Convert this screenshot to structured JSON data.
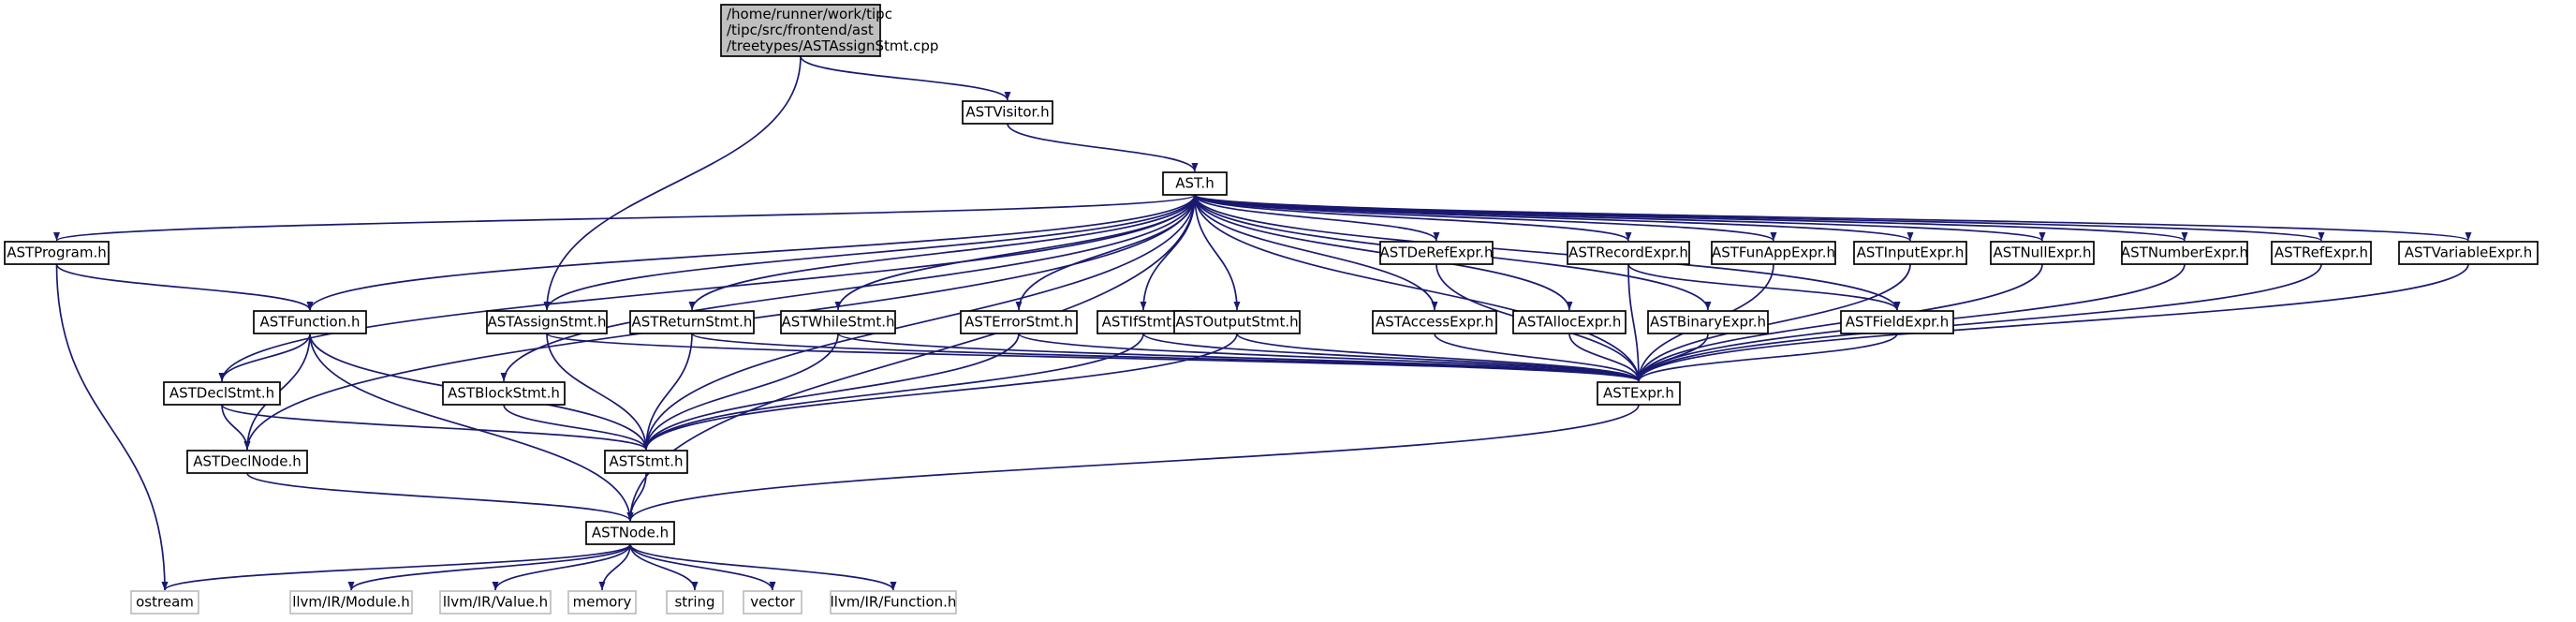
{
  "colors": {
    "edge": "#191970",
    "node_border": "#000000",
    "node_fill": "#ffffff",
    "focus_fill": "#bfbfbf",
    "external_border": "#bfbfbf",
    "external_text": "#7f7f7f"
  },
  "nodes": [
    {
      "id": "root",
      "lines": [
        "/home/runner/work/tipc",
        "/tipc/src/frontend/ast",
        "/treetypes/ASTAssignStmt.cpp"
      ],
      "kind": "focus"
    },
    {
      "id": "ASTVisitor",
      "lines": [
        "ASTVisitor.h"
      ],
      "kind": "internal"
    },
    {
      "id": "AST",
      "lines": [
        "AST.h"
      ],
      "kind": "internal"
    },
    {
      "id": "ASTProgram",
      "lines": [
        "ASTProgram.h"
      ],
      "kind": "internal"
    },
    {
      "id": "ASTFunction",
      "lines": [
        "ASTFunction.h"
      ],
      "kind": "internal"
    },
    {
      "id": "ASTDeclStmt",
      "lines": [
        "ASTDeclStmt.h"
      ],
      "kind": "internal"
    },
    {
      "id": "ASTDeclNode",
      "lines": [
        "ASTDeclNode.h"
      ],
      "kind": "internal"
    },
    {
      "id": "ASTBlockStmt",
      "lines": [
        "ASTBlockStmt.h"
      ],
      "kind": "internal"
    },
    {
      "id": "ASTAssignStmt",
      "lines": [
        "ASTAssignStmt.h"
      ],
      "kind": "internal"
    },
    {
      "id": "ASTReturnStmt",
      "lines": [
        "ASTReturnStmt.h"
      ],
      "kind": "internal"
    },
    {
      "id": "ASTWhileStmt",
      "lines": [
        "ASTWhileStmt.h"
      ],
      "kind": "internal"
    },
    {
      "id": "ASTErrorStmt",
      "lines": [
        "ASTErrorStmt.h"
      ],
      "kind": "internal"
    },
    {
      "id": "ASTIfStmt",
      "lines": [
        "ASTIfStmt.h"
      ],
      "kind": "internal"
    },
    {
      "id": "ASTOutputStmt",
      "lines": [
        "ASTOutputStmt.h"
      ],
      "kind": "internal"
    },
    {
      "id": "ASTAccessExpr",
      "lines": [
        "ASTAccessExpr.h"
      ],
      "kind": "internal"
    },
    {
      "id": "ASTAllocExpr",
      "lines": [
        "ASTAllocExpr.h"
      ],
      "kind": "internal"
    },
    {
      "id": "ASTBinaryExpr",
      "lines": [
        "ASTBinaryExpr.h"
      ],
      "kind": "internal"
    },
    {
      "id": "ASTFieldExpr",
      "lines": [
        "ASTFieldExpr.h"
      ],
      "kind": "internal"
    },
    {
      "id": "ASTDeRefExpr",
      "lines": [
        "ASTDeRefExpr.h"
      ],
      "kind": "internal"
    },
    {
      "id": "ASTRecordExpr",
      "lines": [
        "ASTRecordExpr.h"
      ],
      "kind": "internal"
    },
    {
      "id": "ASTFunAppExpr",
      "lines": [
        "ASTFunAppExpr.h"
      ],
      "kind": "internal"
    },
    {
      "id": "ASTInputExpr",
      "lines": [
        "ASTInputExpr.h"
      ],
      "kind": "internal"
    },
    {
      "id": "ASTNullExpr",
      "lines": [
        "ASTNullExpr.h"
      ],
      "kind": "internal"
    },
    {
      "id": "ASTNumberExpr",
      "lines": [
        "ASTNumberExpr.h"
      ],
      "kind": "internal"
    },
    {
      "id": "ASTRefExpr",
      "lines": [
        "ASTRefExpr.h"
      ],
      "kind": "internal"
    },
    {
      "id": "ASTVariableExpr",
      "lines": [
        "ASTVariableExpr.h"
      ],
      "kind": "internal"
    },
    {
      "id": "ASTExpr",
      "lines": [
        "ASTExpr.h"
      ],
      "kind": "internal"
    },
    {
      "id": "ASTStmt",
      "lines": [
        "ASTStmt.h"
      ],
      "kind": "internal"
    },
    {
      "id": "ASTNode",
      "lines": [
        "ASTNode.h"
      ],
      "kind": "internal"
    },
    {
      "id": "ostream",
      "lines": [
        "ostream"
      ],
      "kind": "external"
    },
    {
      "id": "llvmModule",
      "lines": [
        "llvm/IR/Module.h"
      ],
      "kind": "external"
    },
    {
      "id": "llvmValue",
      "lines": [
        "llvm/IR/Value.h"
      ],
      "kind": "external"
    },
    {
      "id": "memory",
      "lines": [
        "memory"
      ],
      "kind": "external"
    },
    {
      "id": "string",
      "lines": [
        "string"
      ],
      "kind": "external"
    },
    {
      "id": "vector",
      "lines": [
        "vector"
      ],
      "kind": "external"
    },
    {
      "id": "llvmFunction",
      "lines": [
        "llvm/IR/Function.h"
      ],
      "kind": "external"
    }
  ],
  "edges": [
    [
      "root",
      "ASTVisitor"
    ],
    [
      "root",
      "ASTAssignStmt"
    ],
    [
      "ASTVisitor",
      "AST"
    ],
    [
      "AST",
      "ASTProgram"
    ],
    [
      "AST",
      "ASTFunction"
    ],
    [
      "AST",
      "ASTDeclStmt"
    ],
    [
      "AST",
      "ASTDeclNode"
    ],
    [
      "AST",
      "ASTBlockStmt"
    ],
    [
      "AST",
      "ASTStmt"
    ],
    [
      "AST",
      "ASTAssignStmt"
    ],
    [
      "AST",
      "ASTReturnStmt"
    ],
    [
      "AST",
      "ASTWhileStmt"
    ],
    [
      "AST",
      "ASTErrorStmt"
    ],
    [
      "AST",
      "ASTIfStmt"
    ],
    [
      "AST",
      "ASTOutputStmt"
    ],
    [
      "AST",
      "ASTAccessExpr"
    ],
    [
      "AST",
      "ASTAllocExpr"
    ],
    [
      "AST",
      "ASTBinaryExpr"
    ],
    [
      "AST",
      "ASTFieldExpr"
    ],
    [
      "AST",
      "ASTDeRefExpr"
    ],
    [
      "AST",
      "ASTRecordExpr"
    ],
    [
      "AST",
      "ASTFunAppExpr"
    ],
    [
      "AST",
      "ASTInputExpr"
    ],
    [
      "AST",
      "ASTNullExpr"
    ],
    [
      "AST",
      "ASTNumberExpr"
    ],
    [
      "AST",
      "ASTRefExpr"
    ],
    [
      "AST",
      "ASTVariableExpr"
    ],
    [
      "AST",
      "ASTExpr"
    ],
    [
      "AST",
      "ASTNode"
    ],
    [
      "ASTProgram",
      "ASTFunction"
    ],
    [
      "ASTProgram",
      "ostream"
    ],
    [
      "ASTFunction",
      "ASTDeclStmt"
    ],
    [
      "ASTFunction",
      "ASTDeclNode"
    ],
    [
      "ASTFunction",
      "ASTStmt"
    ],
    [
      "ASTFunction",
      "ASTNode"
    ],
    [
      "ASTDeclStmt",
      "ASTDeclNode"
    ],
    [
      "ASTDeclStmt",
      "ASTStmt"
    ],
    [
      "ASTDeclNode",
      "ASTNode"
    ],
    [
      "ASTBlockStmt",
      "ASTStmt"
    ],
    [
      "ASTAssignStmt",
      "ASTStmt"
    ],
    [
      "ASTAssignStmt",
      "ASTExpr"
    ],
    [
      "ASTReturnStmt",
      "ASTStmt"
    ],
    [
      "ASTReturnStmt",
      "ASTExpr"
    ],
    [
      "ASTWhileStmt",
      "ASTStmt"
    ],
    [
      "ASTWhileStmt",
      "ASTExpr"
    ],
    [
      "ASTErrorStmt",
      "ASTStmt"
    ],
    [
      "ASTErrorStmt",
      "ASTExpr"
    ],
    [
      "ASTIfStmt",
      "ASTStmt"
    ],
    [
      "ASTIfStmt",
      "ASTExpr"
    ],
    [
      "ASTOutputStmt",
      "ASTStmt"
    ],
    [
      "ASTOutputStmt",
      "ASTExpr"
    ],
    [
      "ASTAccessExpr",
      "ASTExpr"
    ],
    [
      "ASTAllocExpr",
      "ASTExpr"
    ],
    [
      "ASTBinaryExpr",
      "ASTExpr"
    ],
    [
      "ASTFieldExpr",
      "ASTExpr"
    ],
    [
      "ASTDeRefExpr",
      "ASTExpr"
    ],
    [
      "ASTRecordExpr",
      "ASTFieldExpr"
    ],
    [
      "ASTRecordExpr",
      "ASTExpr"
    ],
    [
      "ASTFunAppExpr",
      "ASTExpr"
    ],
    [
      "ASTInputExpr",
      "ASTExpr"
    ],
    [
      "ASTNullExpr",
      "ASTExpr"
    ],
    [
      "ASTNumberExpr",
      "ASTExpr"
    ],
    [
      "ASTRefExpr",
      "ASTExpr"
    ],
    [
      "ASTVariableExpr",
      "ASTExpr"
    ],
    [
      "ASTExpr",
      "ASTNode"
    ],
    [
      "ASTStmt",
      "ASTNode"
    ],
    [
      "ASTNode",
      "ostream"
    ],
    [
      "ASTNode",
      "llvmModule"
    ],
    [
      "ASTNode",
      "llvmValue"
    ],
    [
      "ASTNode",
      "memory"
    ],
    [
      "ASTNode",
      "string"
    ],
    [
      "ASTNode",
      "vector"
    ],
    [
      "ASTNode",
      "llvmFunction"
    ]
  ]
}
